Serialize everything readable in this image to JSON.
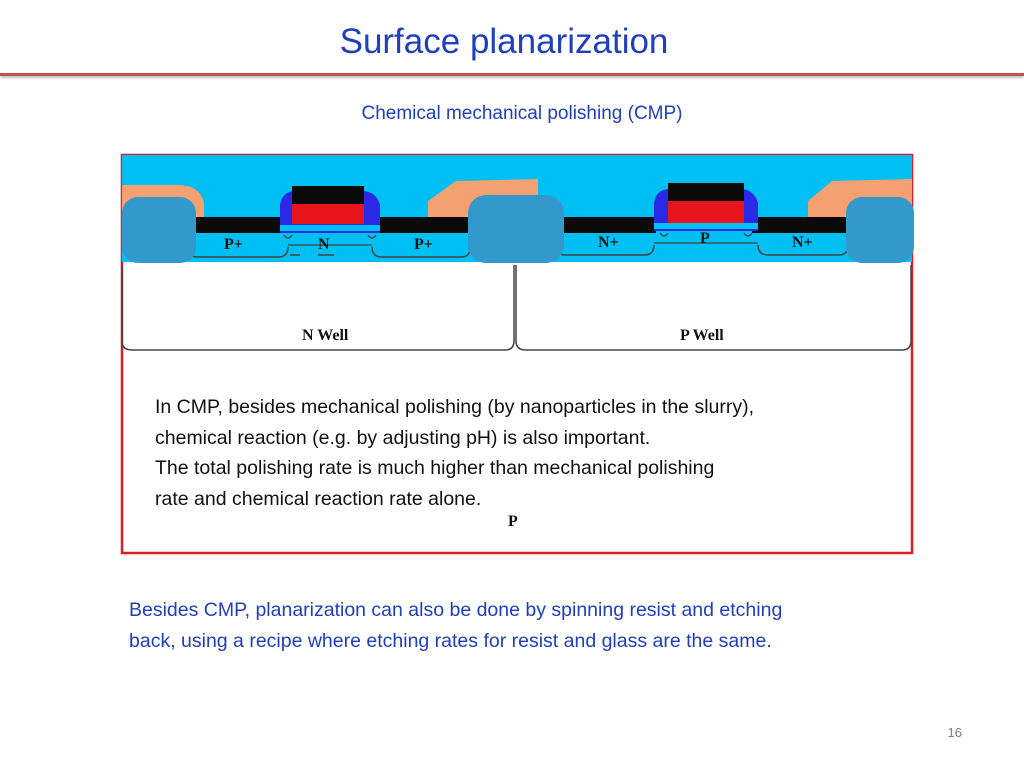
{
  "slide": {
    "title": "Surface planarization",
    "subtitle": "Chemical mechanical  polishing (CMP)",
    "page_number": "16"
  },
  "diagram": {
    "labels": {
      "p_plus_left": "P+",
      "n_channel": "N",
      "p_plus_right": "P+",
      "n_plus_left": "N+",
      "p_channel": "P",
      "n_plus_right": "N+",
      "n_well": "N Well",
      "p_well": "P Well",
      "substrate": "P"
    },
    "colors": {
      "glass": "#00bff3",
      "oxide": "#3399cc",
      "metal": "#f4a070",
      "gate": "#e8141b",
      "spacer": "#2a2ae6",
      "boundary": "#e01c24"
    }
  },
  "note": {
    "lines": [
      "In CMP, besides mechanical polishing (by nanoparticles in the slurry),",
      "chemical reaction (e.g. by adjusting pH) is also important.",
      "The total polishing rate is much higher than mechanical polishing",
      "rate and chemical reaction rate alone."
    ]
  },
  "footer": {
    "lines": [
      "Besides CMP, planarization can also be done by spinning resist and etching",
      "back, using a recipe where etching rates for resist and glass are the same."
    ]
  }
}
